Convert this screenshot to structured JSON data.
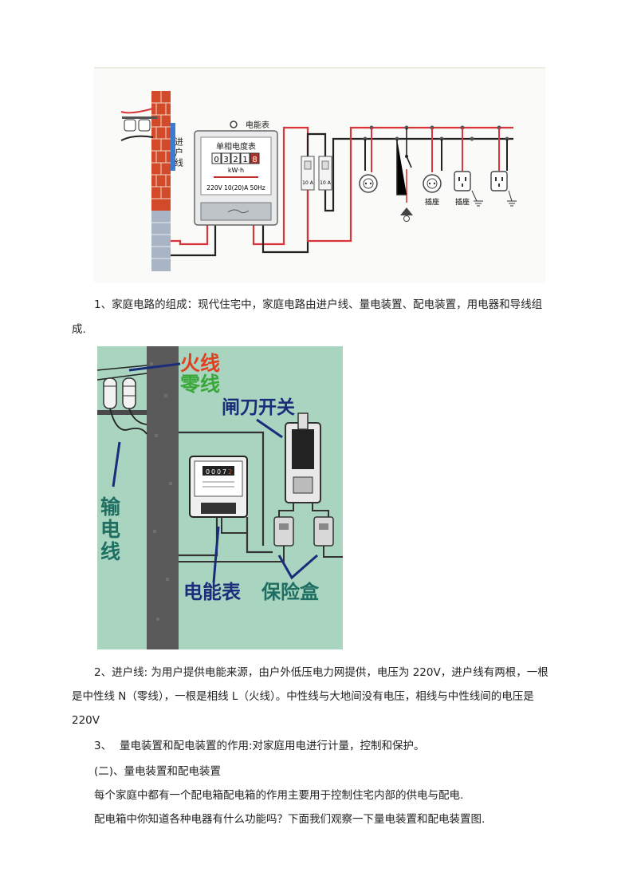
{
  "figure1": {
    "incoming_label": "进户线",
    "meter_title": "电能表",
    "meter_name": "单相电度表",
    "meter_digits": [
      "0",
      "3",
      "2",
      "1",
      "8"
    ],
    "meter_unit": "kW·h",
    "meter_spec": "220V 10(20)A 50Hz",
    "fuse_rating_1": "10 A",
    "fuse_rating_2": "10 A",
    "socket_label_1": "插座",
    "socket_label_2": "插座"
  },
  "para1": {
    "line1": "1、家庭电路的组成：现代住宅中，家庭电路由进户线、量电装置、配电装置，用电器和导线组",
    "line2": "成."
  },
  "figure2": {
    "live_wire": "火线",
    "neutral_wire": "零线",
    "knife_switch": "闸刀开关",
    "transmission_line": [
      "输",
      "电",
      "线"
    ],
    "meter_digits": [
      "0",
      "0",
      "0",
      "7",
      "2"
    ],
    "energy_meter": "电能表",
    "fuse_box": "保险盒"
  },
  "para2": {
    "line1": "2、进户线: 为用户提供电能来源，由户外低压电力网提供，电压为 220V，进户线有两根，一根",
    "line2": "是中性线 N（零线），一根是相线 L（火线）。中性线与大地间没有电压，相线与中性线间的电压是",
    "line3": "220V"
  },
  "para3": {
    "number": "3、",
    "text": "量电装置和配电装置的作用:对家庭用电进行计量，控制和保护。"
  },
  "para4": {
    "text": "(二)、量电装置和配电装置"
  },
  "para5": {
    "text": "每个家庭中都有一个配电箱配电箱的作用主要用于控制住宅内部的供电与配电."
  },
  "para6": {
    "text": "配电箱中你知道各种电器有什么功能吗？下面我们观察一下量电装置和配电装置图."
  },
  "colors": {
    "live": "#d8363c",
    "neutral": "#222222",
    "brick": "#d24a2a",
    "wall_blue": "#3b7bd0",
    "panel_bg": "#a8d4c0",
    "pole": "#5a5a5a",
    "title_red": "#e04020",
    "title_green": "#3aa838",
    "title_navy": "#1a2c7a",
    "title_teal": "#1e6e62"
  }
}
